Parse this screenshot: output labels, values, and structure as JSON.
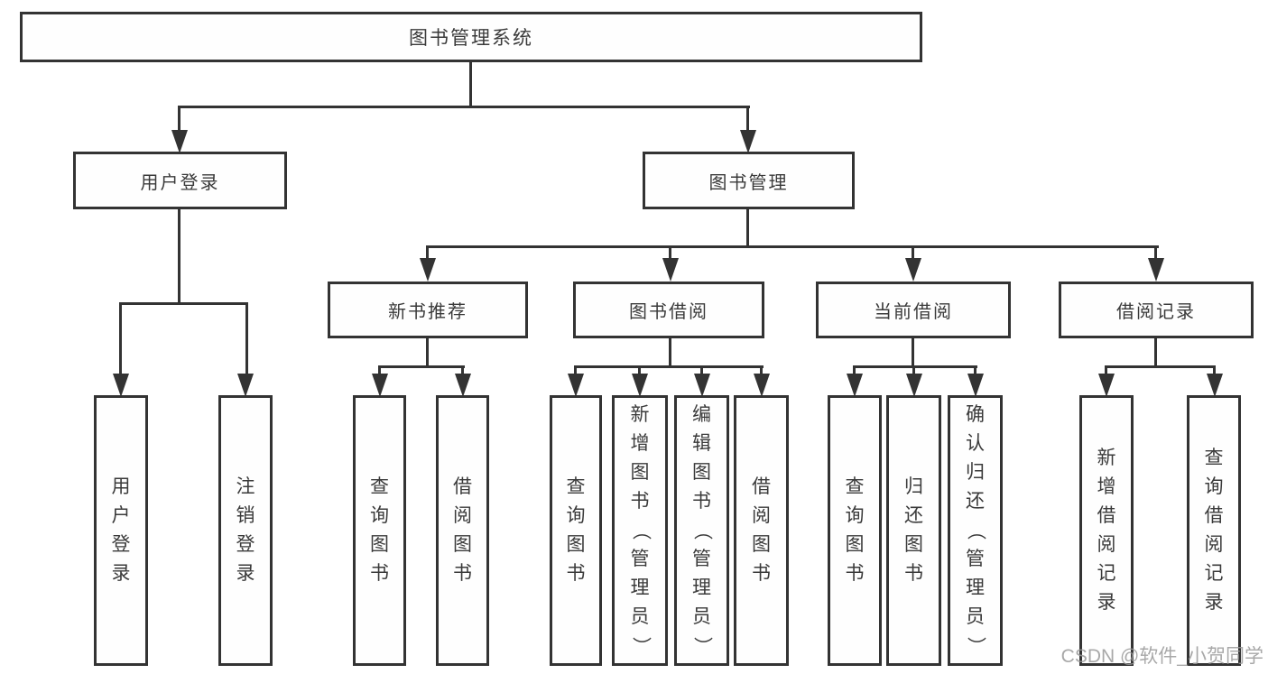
{
  "diagram": {
    "root": {
      "label": "图书管理系统"
    },
    "level2": [
      {
        "label": "用户登录"
      },
      {
        "label": "图书管理"
      }
    ],
    "level3": [
      {
        "label": "新书推荐"
      },
      {
        "label": "图书借阅"
      },
      {
        "label": "当前借阅"
      },
      {
        "label": "借阅记录"
      }
    ],
    "leaves": [
      {
        "label": "用户登录"
      },
      {
        "label": "注销登录"
      },
      {
        "label": "查询图书"
      },
      {
        "label": "借阅图书"
      },
      {
        "label": "查询图书"
      },
      {
        "label": "新增图书（管理员）"
      },
      {
        "label": "编辑图书（管理员）"
      },
      {
        "label": "借阅图书"
      },
      {
        "label": "查询图书"
      },
      {
        "label": "归还图书"
      },
      {
        "label": "确认归还（管理员）"
      },
      {
        "label": "新增借阅记录"
      },
      {
        "label": "查询借阅记录"
      }
    ]
  },
  "watermark": {
    "text": "CSDN @软件_小贺同学"
  },
  "colors": {
    "line": "#333333",
    "text": "#3a3a3a",
    "watermark": "#9a9a9a"
  }
}
